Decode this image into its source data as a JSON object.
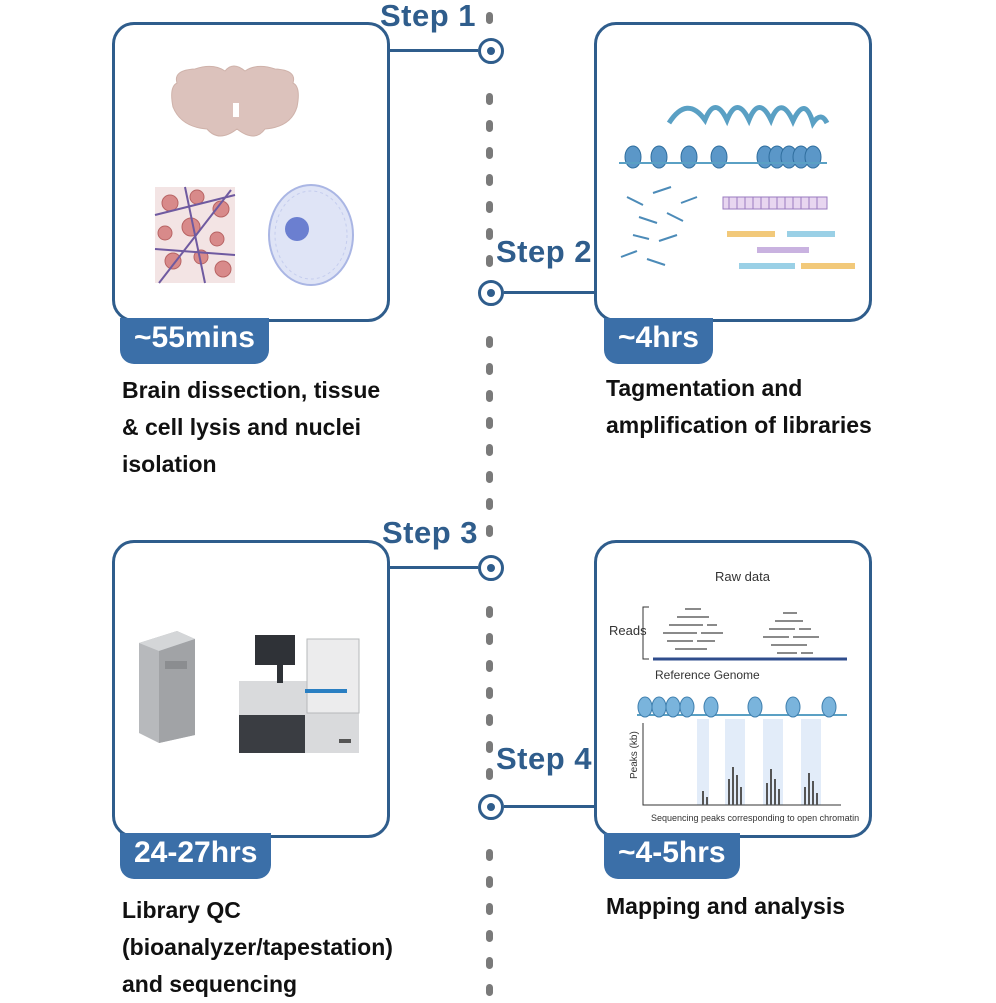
{
  "steps": [
    {
      "label": "Step 1",
      "time": "~55mins",
      "caption": [
        "Brain dissection, tissue",
        "& cell lysis and nuclei",
        "isolation"
      ]
    },
    {
      "label": "Step 2",
      "time": "~4hrs",
      "caption": [
        "Tagmentation and",
        "amplification of libraries"
      ]
    },
    {
      "label": "Step 3",
      "time": "24-27hrs",
      "caption": [
        "Library QC",
        "(bioanalyzer/tapestation)",
        "and sequencing"
      ]
    },
    {
      "label": "Step 4",
      "time": "~4-5hrs",
      "caption": [
        "Mapping and analysis"
      ]
    }
  ],
  "analysis_panel": {
    "raw_data": "Raw data",
    "reads": "Reads",
    "reference_genome": "Reference Genome",
    "peaks_axis": "Peaks (kb)",
    "footer": "Sequencing peaks corresponding to open chromatin"
  },
  "colors": {
    "accent": "#2f5d8c",
    "badge": "#3b6fa8",
    "dots": "#7a7a7a"
  }
}
